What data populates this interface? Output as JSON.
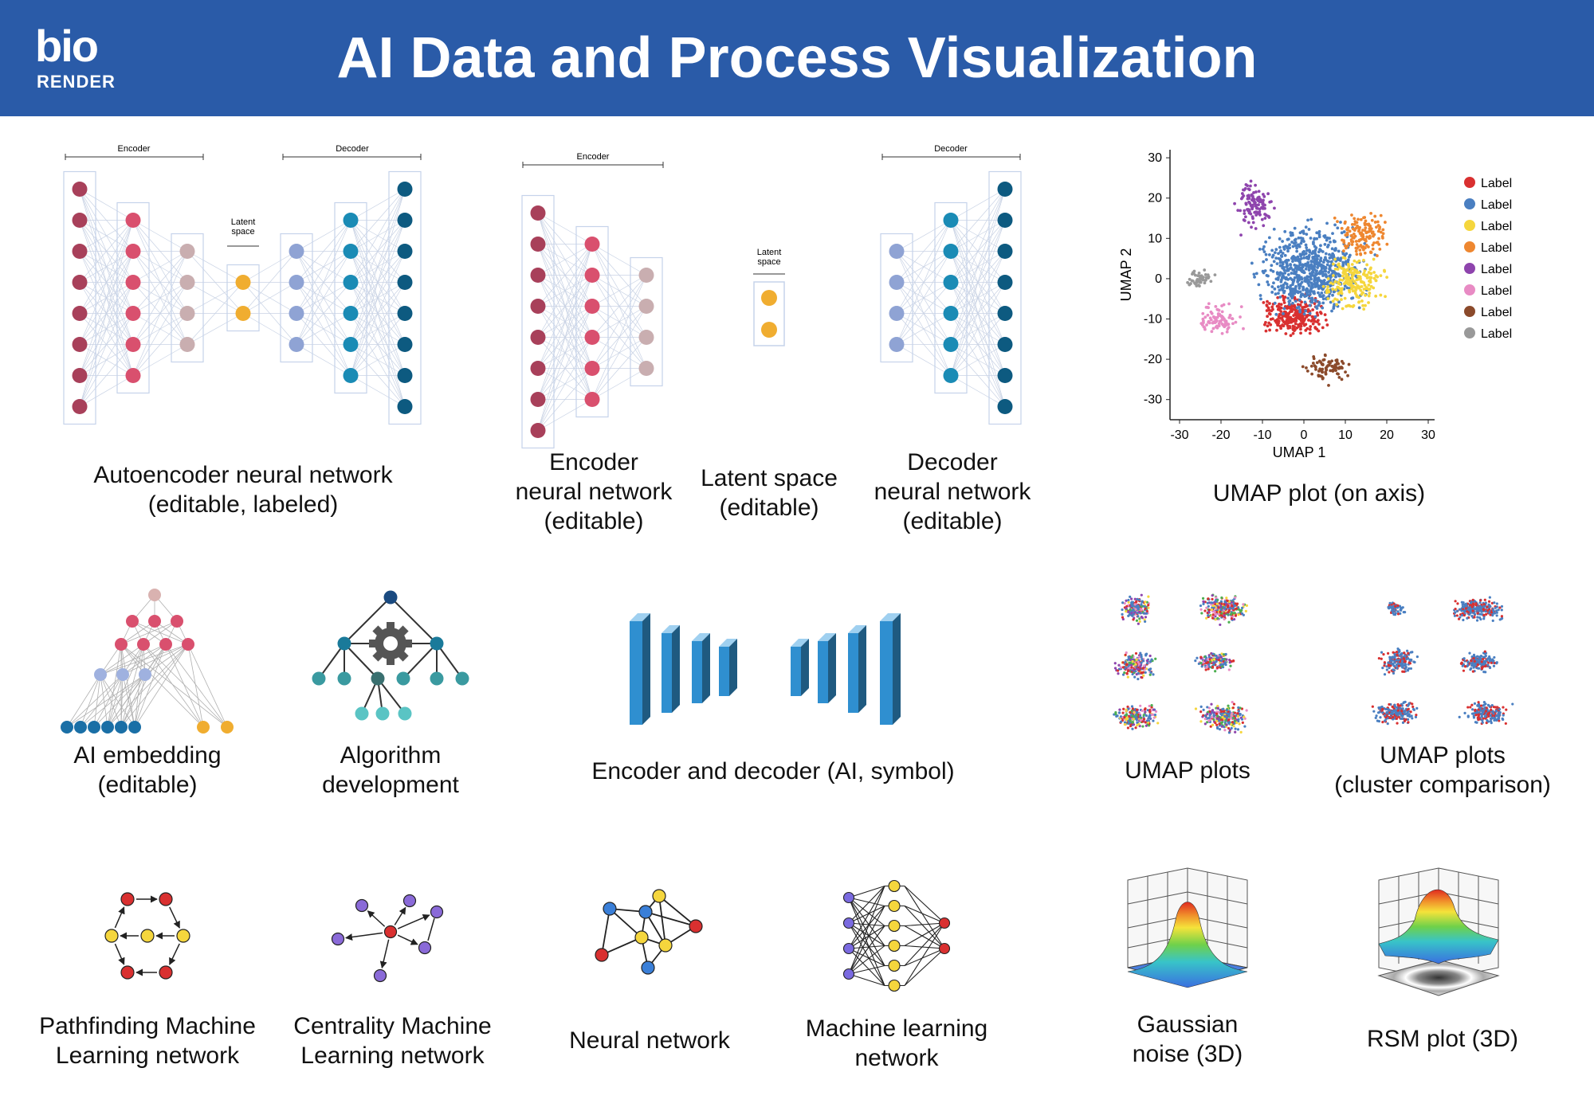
{
  "header": {
    "logo_top": "bio",
    "logo_bottom": "RENDER",
    "title": "AI Data and Process Visualization",
    "background_color": "#2a5ba8"
  },
  "autoencoder": {
    "encoder_label": "Encoder",
    "decoder_label": "Decoder",
    "latent_label_line1": "Latent",
    "latent_label_line2": "space",
    "caption_line1": "Autoencoder neural network",
    "caption_line2": "(editable, labeled)"
  },
  "encoder_net": {
    "label": "Encoder",
    "caption_line1": "Encoder",
    "caption_line2": "neural network",
    "caption_line3": "(editable)"
  },
  "latent": {
    "label_line1": "Latent",
    "label_line2": "space",
    "caption_line1": "Latent space",
    "caption_line2": "(editable)"
  },
  "decoder_net": {
    "label": "Decoder",
    "caption_line1": "Decoder",
    "caption_line2": "neural network",
    "caption_line3": "(editable)"
  },
  "umap_axis": {
    "caption": "UMAP plot (on axis)",
    "chart_data": {
      "type": "scatter",
      "xlabel": "UMAP 1",
      "ylabel": "UMAP 2",
      "xlim": [
        -30,
        30
      ],
      "ylim": [
        -35,
        32
      ],
      "x_ticks": [
        "-30",
        "-20",
        "-10",
        "0",
        "10",
        "20",
        "30"
      ],
      "y_ticks": [
        "30",
        "20",
        "10",
        "0",
        "-10",
        "-20",
        "-30"
      ],
      "legend_position": "right",
      "series": [
        {
          "name": "Label",
          "color": "#d93030"
        },
        {
          "name": "Label",
          "color": "#4a7fc1"
        },
        {
          "name": "Label",
          "color": "#f5d63d"
        },
        {
          "name": "Label",
          "color": "#ee8730"
        },
        {
          "name": "Label",
          "color": "#8e44ad"
        },
        {
          "name": "Label",
          "color": "#e88bc4"
        },
        {
          "name": "Label",
          "color": "#8b4a2b"
        },
        {
          "name": "Label",
          "color": "#999999"
        }
      ]
    }
  },
  "row2": {
    "ai_embedding_line1": "AI embedding",
    "ai_embedding_line2": "(editable)",
    "algorithm_line1": "Algorithm",
    "algorithm_line2": "development",
    "enc_dec_caption": "Encoder and decoder (AI, symbol)",
    "umap_plots": "UMAP plots",
    "umap_compare_line1": "UMAP plots",
    "umap_compare_line2": "(cluster comparison)"
  },
  "row3": {
    "pathfinding_line1": "Pathfinding Machine",
    "pathfinding_line2": "Learning network",
    "centrality_line1": "Centrality Machine",
    "centrality_line2": "Learning network",
    "neural_network": "Neural network",
    "ml_line1": "Machine learning",
    "ml_line2": "network",
    "gaussian_line1": "Gaussian",
    "gaussian_line2": "noise (3D)",
    "rsm": "RSM plot (3D)"
  },
  "colors": {
    "maroon": "#a8405a",
    "pink": "#d9506e",
    "beige": "#c9aeb0",
    "orange": "#f0ad30",
    "lavender": "#8fa3d4",
    "teal": "#1a8bb5",
    "navy": "#0d5a80"
  }
}
